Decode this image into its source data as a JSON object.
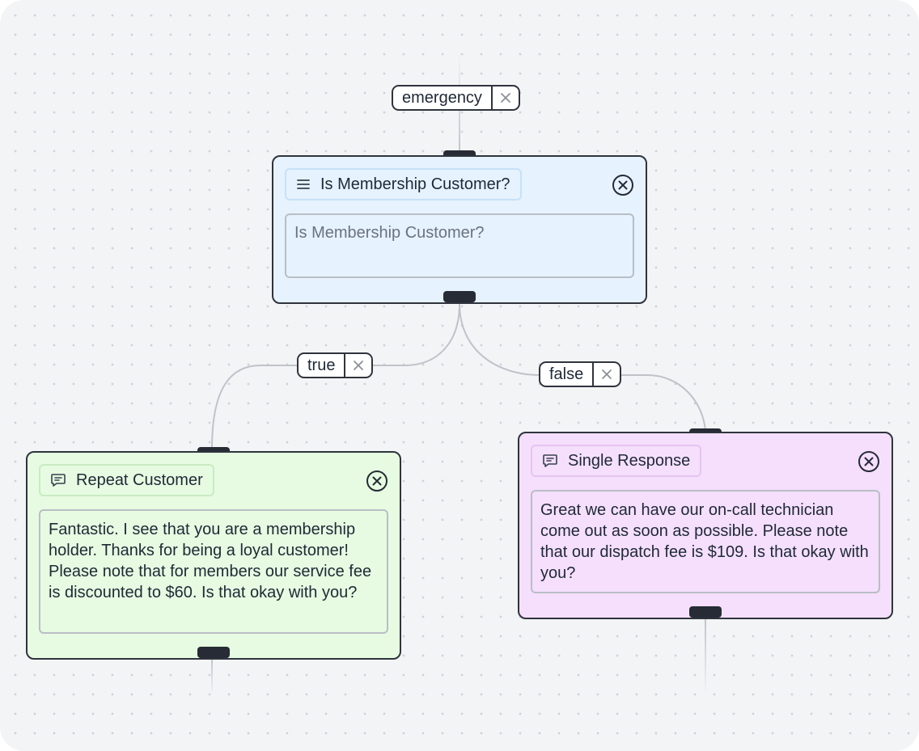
{
  "edges": {
    "emergency_label": "emergency",
    "true_label": "true",
    "false_label": "false"
  },
  "nodes": {
    "condition": {
      "title": "Is Membership Customer?",
      "placeholder": "Is Membership Customer?",
      "title_icon": "menu-lines-icon",
      "color": "#e6f2fd"
    },
    "repeat_customer": {
      "title": "Repeat Customer",
      "message": "Fantastic. I see that you are a membership holder. Thanks for being a loyal customer! Please note that for members our service fee is discounted to $60. Is that okay with you?",
      "title_icon": "chat-bubble-icon",
      "color": "#e6fbe1"
    },
    "single_response": {
      "title": "Single Response",
      "message": "Great we can have our on-call technician come out as soon as possible. Please note that our dispatch fee is $109. Is that okay with you?",
      "title_icon": "chat-bubble-icon",
      "color": "#f5dffc"
    }
  }
}
